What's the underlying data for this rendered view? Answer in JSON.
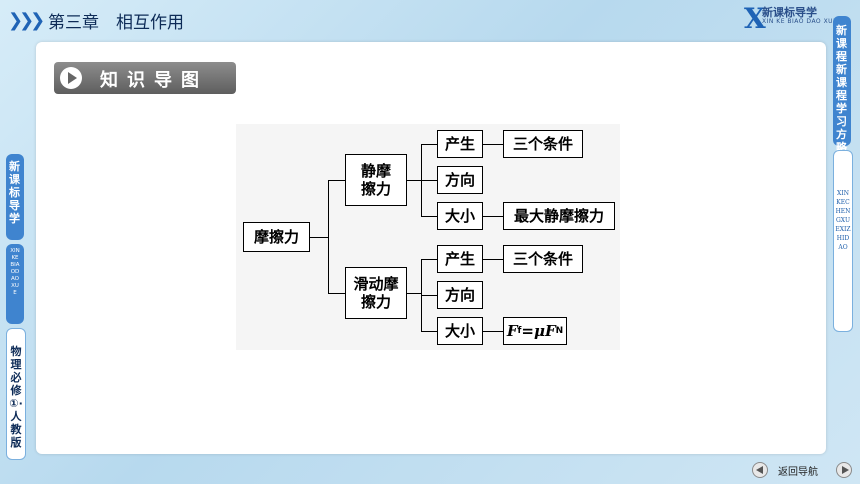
{
  "header": {
    "chapter": "第三章　相互作用",
    "brand_cn": "新课标导学",
    "brand_en": "XIN KE BIAO DAO XUE",
    "brand_letter": "X"
  },
  "section": {
    "title": "知识导图"
  },
  "side": {
    "right_tab": "新课程新课程学习方略",
    "right_pinyin": "XINKECHENGXUEXIZHIDAO",
    "left_tab": "新课标导学",
    "left_pinyin": "XINKEBIAODAOXUE",
    "book": "物理必修①·人教版"
  },
  "diagram": {
    "root": "摩擦力",
    "static": {
      "label": "静摩擦力",
      "items": [
        "产生",
        "方向",
        "大小"
      ],
      "details": [
        "三个条件",
        "最大静摩擦力"
      ]
    },
    "sliding": {
      "label": "滑动摩擦力",
      "items": [
        "产生",
        "方向",
        "大小"
      ],
      "details": [
        "三个条件"
      ],
      "formula": {
        "lhs": "F",
        "lhs_sub": "f",
        "eq": "=",
        "mu": "μ",
        "rhs": "F",
        "rhs_sub": "N"
      }
    }
  },
  "nav": {
    "back_label": "返回导航"
  },
  "colors": {
    "accent": "#3f84cf",
    "panel": "#ffffff",
    "header_bar": "#707070"
  }
}
